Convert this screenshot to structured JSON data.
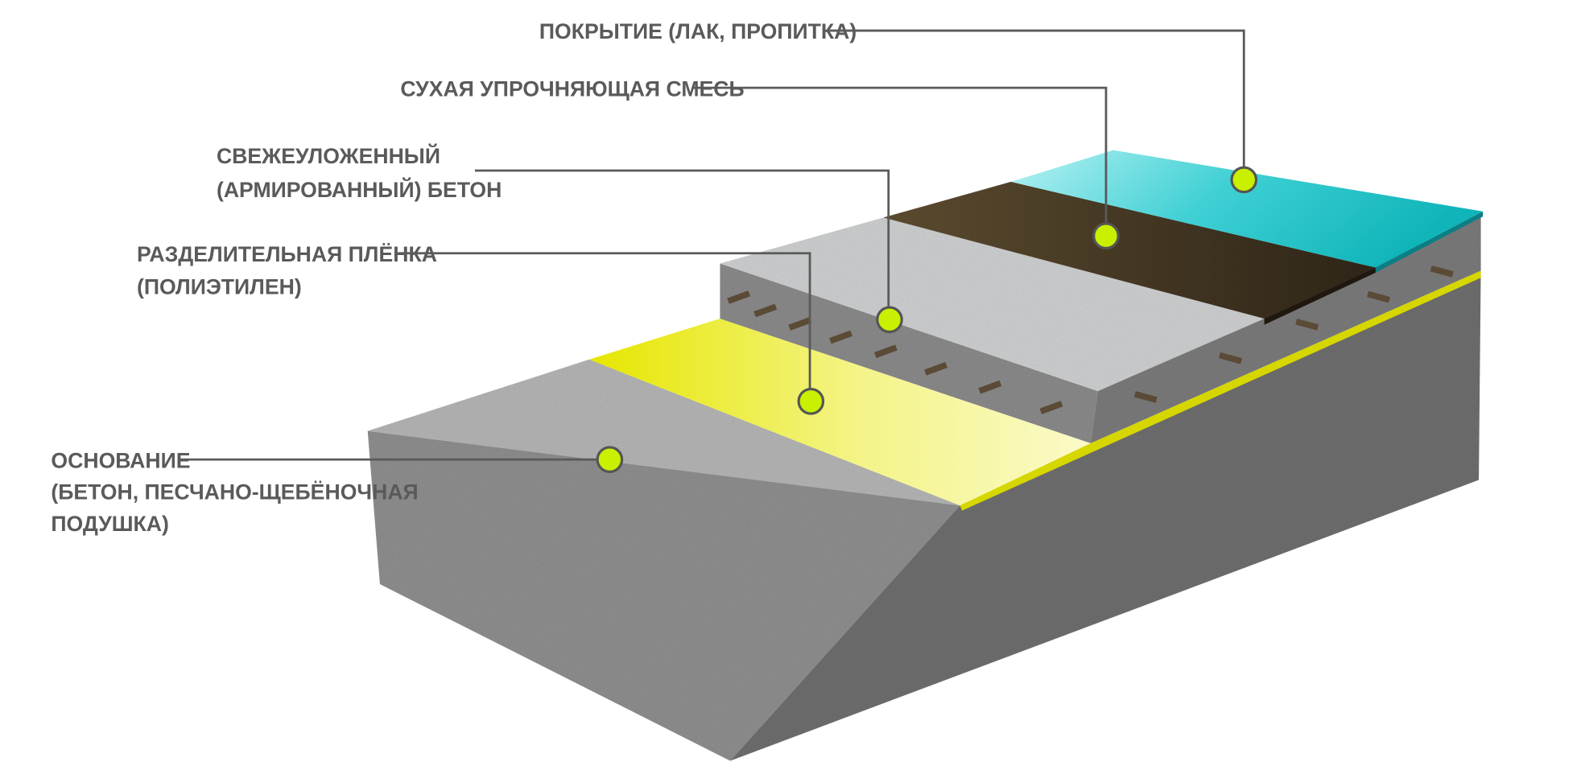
{
  "diagram": {
    "layers": [
      {
        "id": "coating",
        "lines": [
          "ПОКРЫТИЕ (ЛАК, ПРОПИТКА)"
        ],
        "color": "#29c4c8"
      },
      {
        "id": "dry-mix",
        "lines": [
          "СУХАЯ УПРОЧНЯЮЩАЯ СМЕСЬ"
        ],
        "color": "#3f3322"
      },
      {
        "id": "fresh-concrete",
        "lines": [
          "СВЕЖЕУЛОЖЕННЫЙ",
          "(АРМИРОВАННЫЙ) БЕТОН"
        ],
        "color": "#c9cbcc"
      },
      {
        "id": "separation-film",
        "lines": [
          "РАЗДЕЛИТЕЛЬНАЯ ПЛЁНКА",
          "(ПОЛИЭТИЛЕН)"
        ],
        "color": "#e6e600"
      },
      {
        "id": "base",
        "lines": [
          "ОСНОВАНИЕ",
          "(БЕТОН, ПЕСЧАНО-ЩЕБЁНОЧНАЯ",
          "ПОДУШКА)"
        ],
        "color": "#a9a9a9"
      }
    ],
    "marker_color": "#c8f000"
  }
}
